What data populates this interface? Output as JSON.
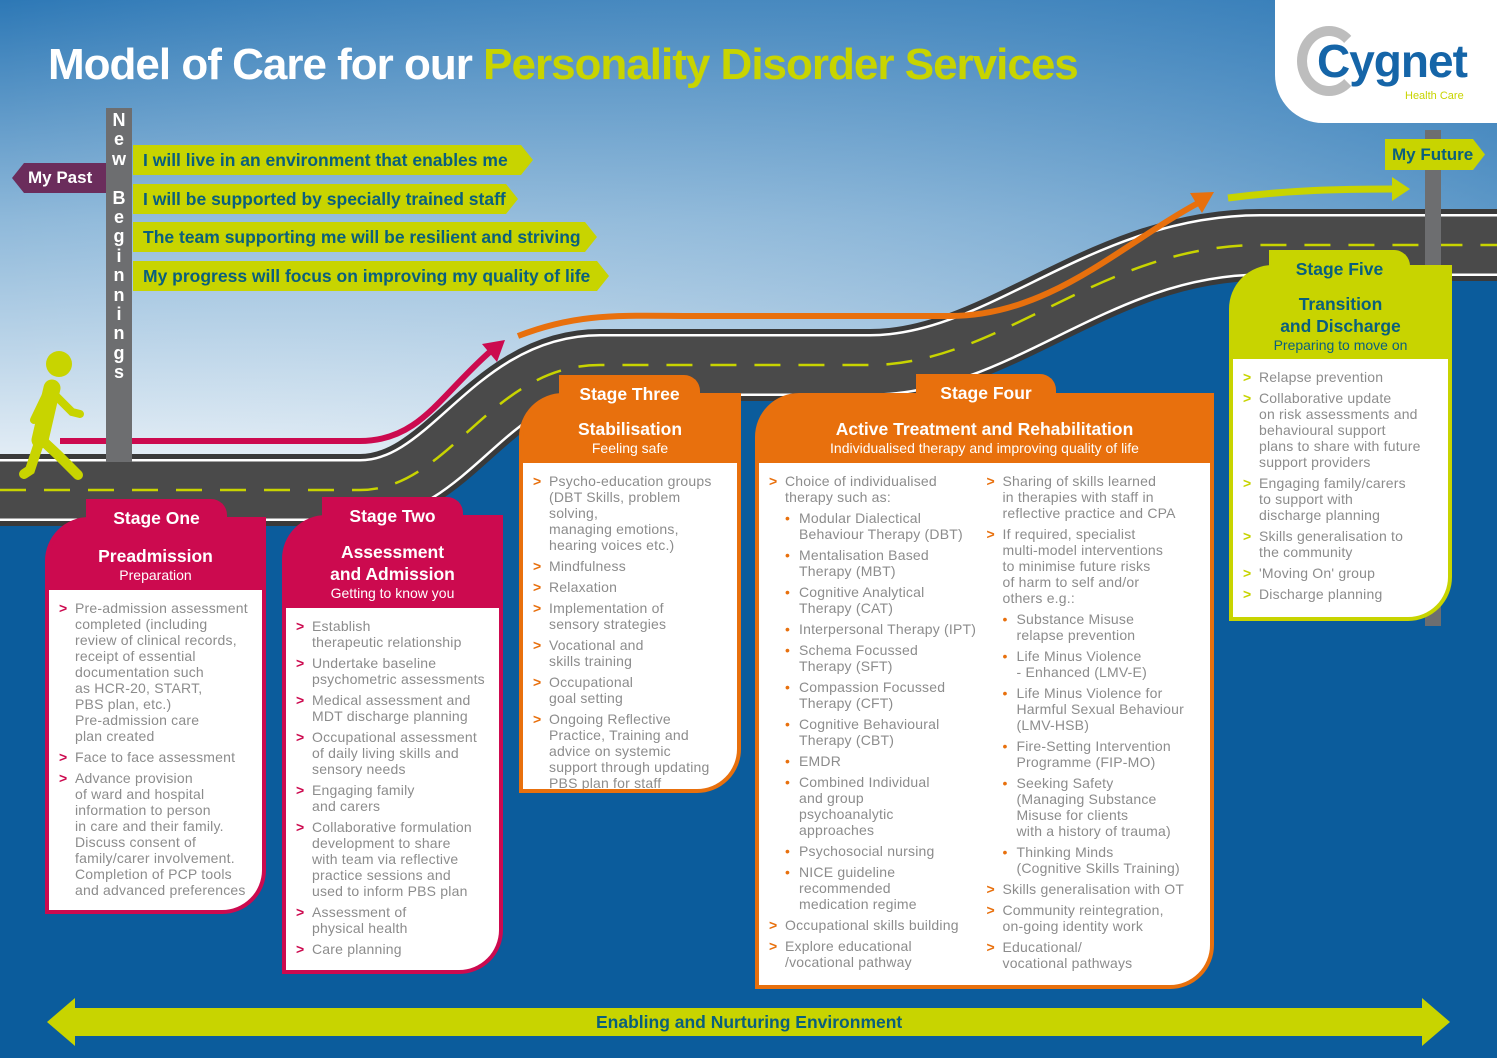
{
  "title": {
    "part1": "Model of Care for our ",
    "part2": "Personality Disorder Services"
  },
  "logo": {
    "name": "Cygnet",
    "tagline": "Health Care"
  },
  "signpost": {
    "past": "My Past",
    "post": "N\ne\nw\n\nB\ne\ng\ni\nn\nn\ni\nn\ng\ns",
    "future": "My Future"
  },
  "banners": [
    "I will live in an environment that enables me",
    "I will be supported by specially trained staff",
    "The team supporting me will be resilient and striving",
    "My progress will focus on improving my quality of life"
  ],
  "colors": {
    "pink": "#cc0a4f",
    "orange": "#e8700d",
    "lime": "#c8d400",
    "teal": "#0a5f7d",
    "purple": "#6b2d5c",
    "blue": "#0b5c9c"
  },
  "stages": {
    "one": {
      "tab": "Stage One",
      "heading": "Preadmission",
      "sub": "Preparation",
      "items": [
        {
          "text": "Pre-admission assessment\ncompleted (including\nreview of clinical records,\nreceipt of essential\ndocumentation such\nas HCR-20, START,\nPBS plan, etc.)\nPre-admission care\nplan created"
        },
        {
          "text": "Face to face assessment"
        },
        {
          "text": "Advance provision\nof ward and hospital\ninformation to person\nin care and their family.\nDiscuss consent of\nfamily/carer involvement.\nCompletion of PCP tools\nand advanced preferences"
        }
      ]
    },
    "two": {
      "tab": "Stage Two",
      "heading": "Assessment\nand Admission",
      "sub": "Getting to know you",
      "items": [
        {
          "text": "Establish\ntherapeutic relationship"
        },
        {
          "text": "Undertake baseline\npsychometric assessments"
        },
        {
          "text": "Medical assessment and\nMDT discharge planning"
        },
        {
          "text": "Occupational assessment\nof daily living skills and\nsensory needs"
        },
        {
          "text": "Engaging family\nand carers"
        },
        {
          "text": "Collaborative formulation\ndevelopment to share\nwith team via reflective\npractice sessions and\nused to inform PBS plan"
        },
        {
          "text": "Assessment of\nphysical health"
        },
        {
          "text": "Care planning"
        }
      ]
    },
    "three": {
      "tab": "Stage Three",
      "heading": "Stabilisation",
      "sub": "Feeling safe",
      "items": [
        {
          "text": "Psycho-education groups\n(DBT Skills, problem solving,\nmanaging emotions,\nhearing voices etc.)"
        },
        {
          "text": "Mindfulness"
        },
        {
          "text": "Relaxation"
        },
        {
          "text": "Implementation of\nsensory strategies"
        },
        {
          "text": "Vocational and\nskills training"
        },
        {
          "text": "Occupational\ngoal setting"
        },
        {
          "text": "Ongoing Reflective\nPractice, Training and\nadvice on systemic\nsupport through updating\nPBS plan for staff"
        }
      ]
    },
    "four": {
      "tab": "Stage Four",
      "heading": "Active Treatment and Rehabilitation",
      "sub": "Individualised therapy and improving quality of life",
      "col1": [
        {
          "text": "Choice of individualised\ntherapy such as:",
          "sub": [
            "Modular Dialectical\nBehaviour Therapy (DBT)",
            "Mentalisation Based\nTherapy (MBT)",
            "Cognitive Analytical\nTherapy (CAT)",
            "Interpersonal Therapy (IPT)",
            "Schema Focussed\nTherapy (SFT)",
            "Compassion Focussed\nTherapy (CFT)",
            "Cognitive Behavioural\nTherapy (CBT)",
            "EMDR",
            "Combined Individual\nand group\npsychoanalytic\napproaches",
            "Psychosocial nursing",
            "NICE guideline\nrecommended\nmedication regime"
          ]
        },
        {
          "text": "Occupational skills building"
        },
        {
          "text": "Explore educational\n/vocational pathway"
        }
      ],
      "col2": [
        {
          "text": "Sharing of skills learned\nin therapies with staff in\nreflective practice and CPA"
        },
        {
          "text": "If required, specialist\nmulti-model interventions\nto minimise future risks\nof harm to self and/or\nothers e.g.:",
          "sub": [
            "Substance Misuse\nrelapse prevention",
            "Life Minus Violence\n- Enhanced (LMV-E)",
            "Life Minus Violence for\nHarmful Sexual Behaviour\n(LMV-HSB)",
            "Fire-Setting Intervention\nProgramme (FIP-MO)",
            "Seeking Safety\n(Managing Substance\nMisuse for clients\nwith a history of trauma)",
            "Thinking Minds\n(Cognitive Skills Training)"
          ]
        },
        {
          "text": "Skills generalisation with OT"
        },
        {
          "text": "Community reintegration,\non-going identity work"
        },
        {
          "text": "Educational/\nvocational pathways"
        }
      ]
    },
    "five": {
      "tab": "Stage Five",
      "heading": "Transition\nand Discharge",
      "sub": "Preparing to move on",
      "items": [
        {
          "text": "Relapse prevention"
        },
        {
          "text": "Collaborative update\non risk assessments and\nbehavioural support\nplans to share with future\nsupport providers"
        },
        {
          "text": "Engaging family/carers\nto support with\ndischarge planning"
        },
        {
          "text": "Skills generalisation to\nthe community"
        },
        {
          "text": "'Moving On' group"
        },
        {
          "text": "Discharge planning"
        }
      ]
    }
  },
  "footer": {
    "label": "Enabling and Nurturing Environment"
  }
}
